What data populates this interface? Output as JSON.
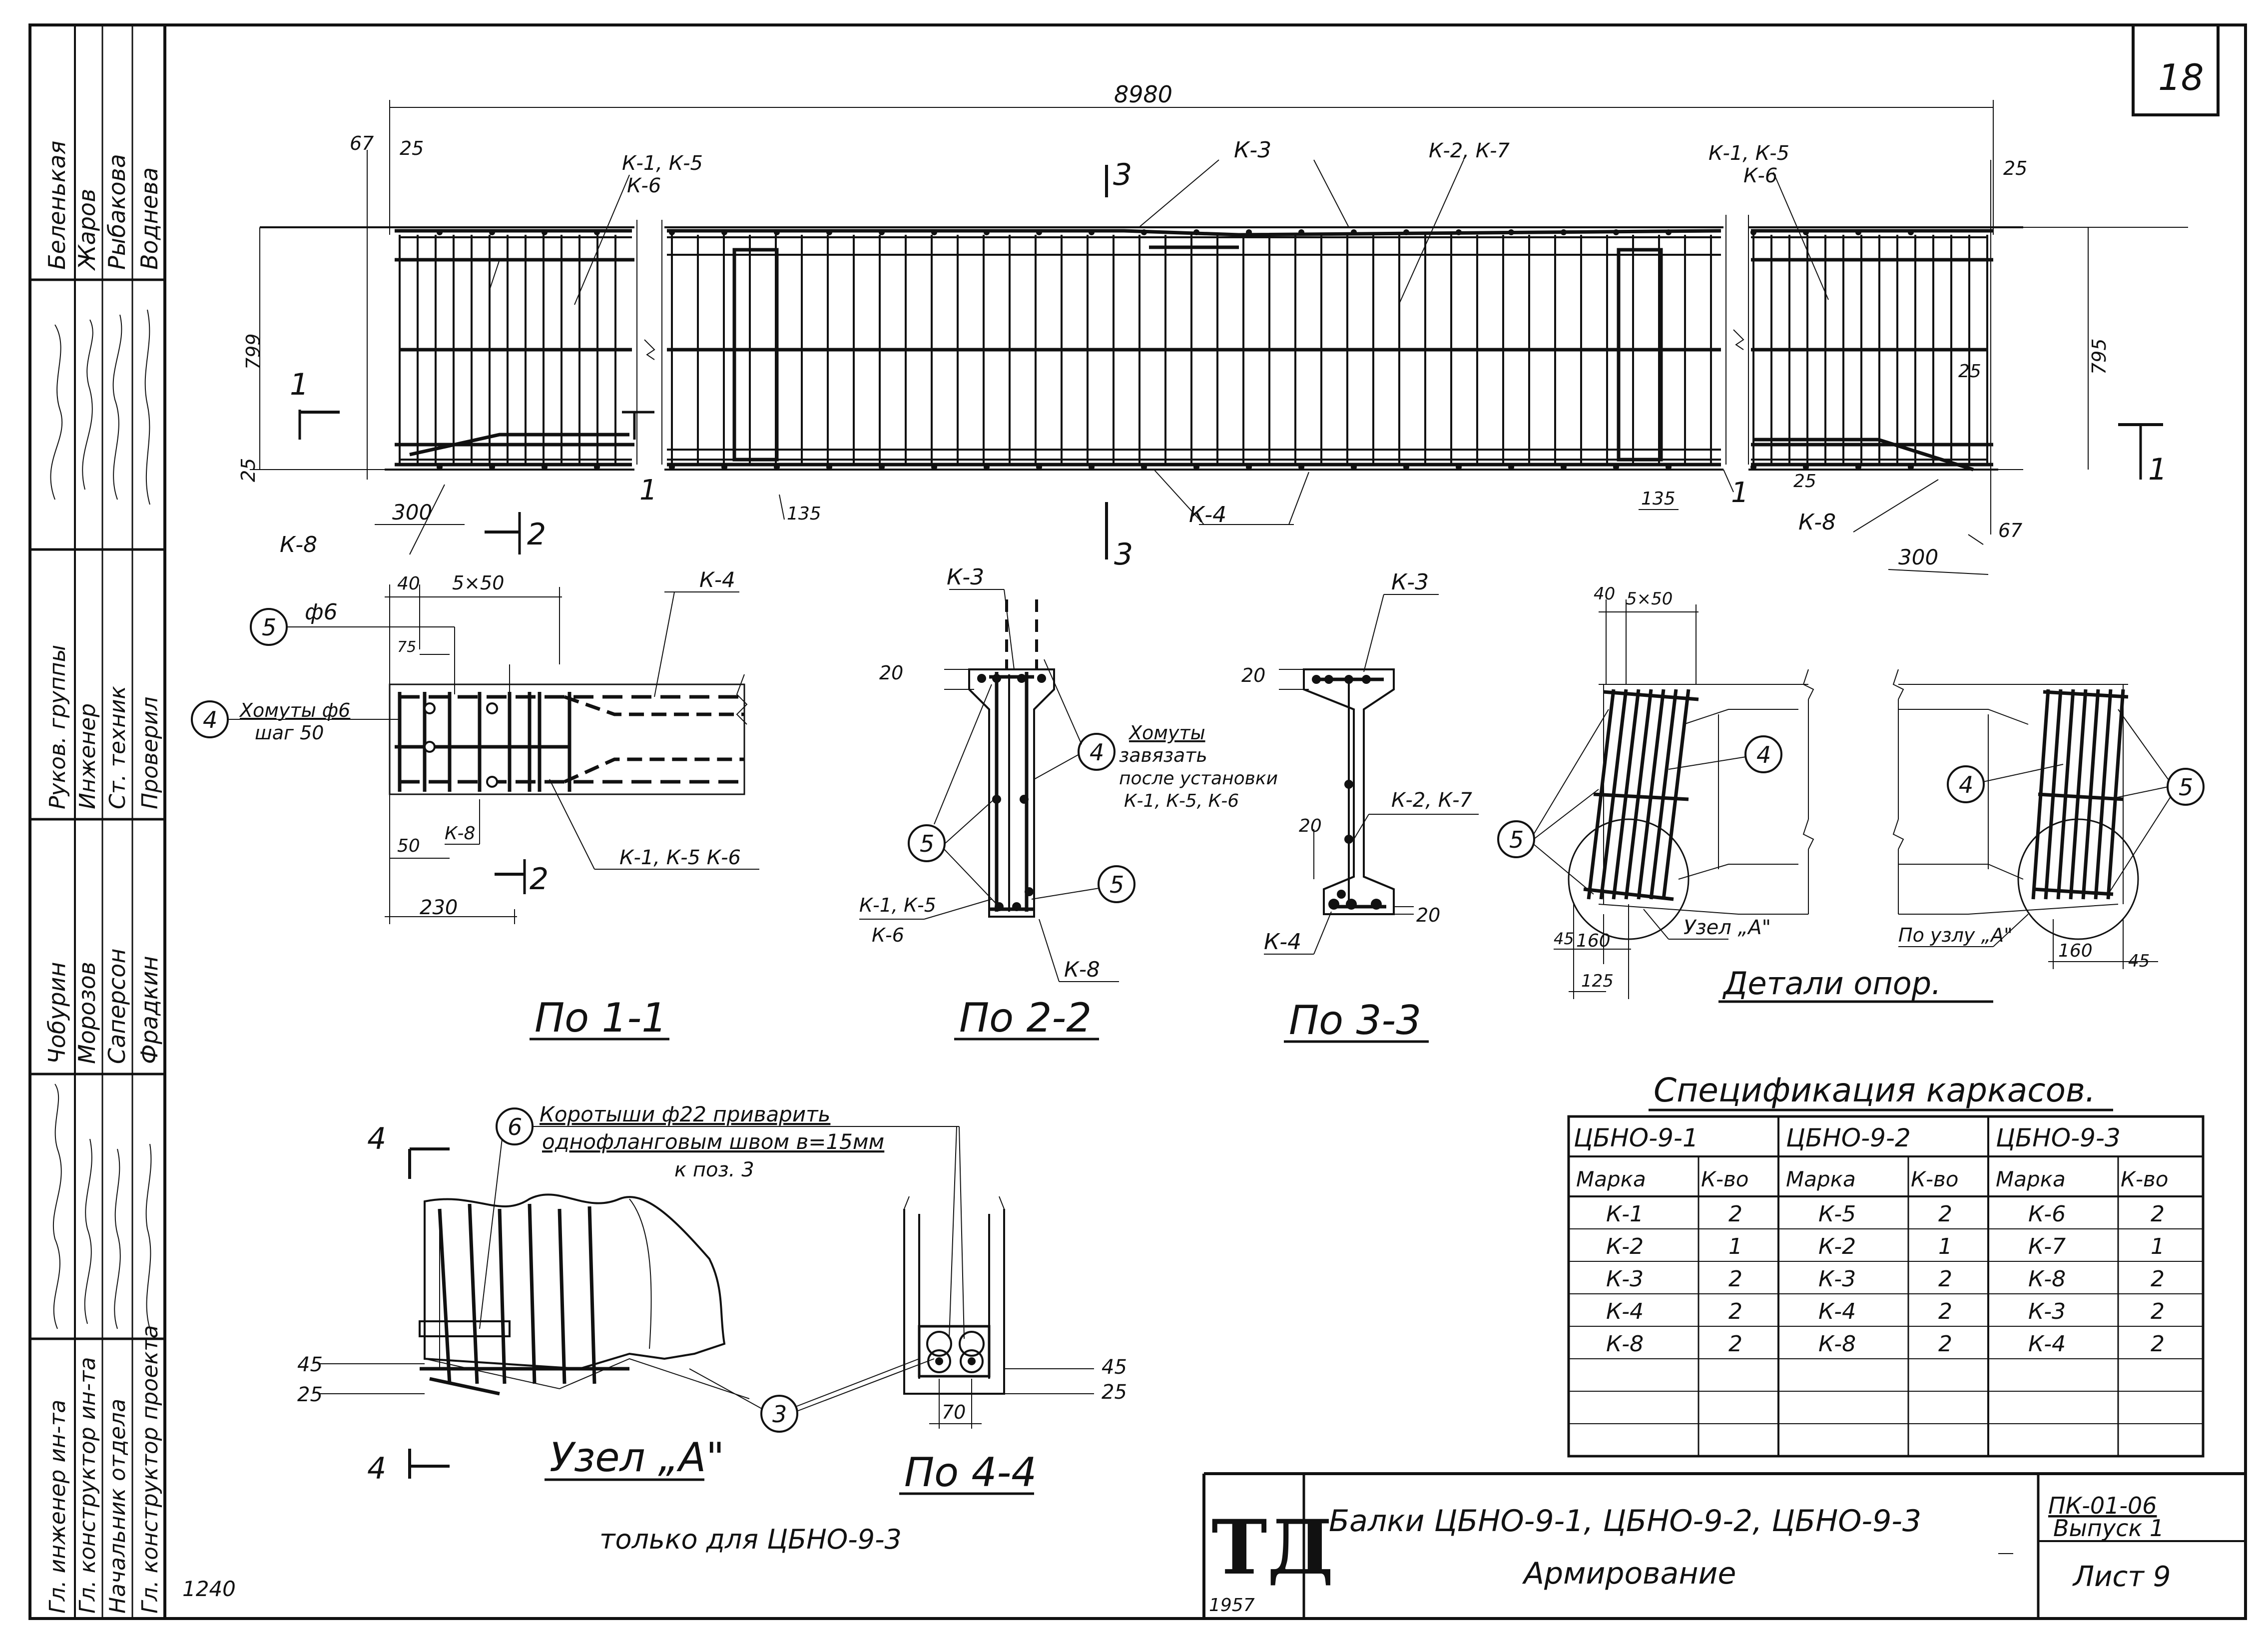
{
  "sheet": {
    "number": "18",
    "stamp_number": "1240"
  },
  "side_stamp": {
    "group1_names": [
      "Беленькая",
      "Жаров",
      "Рыбакова",
      "Воднева"
    ],
    "group2_roles": [
      "Руков. группы",
      "Инженер",
      "Ст. техник",
      "Проверил"
    ],
    "group2_names": [
      "Чобурин",
      "Морозов",
      "Саперсон",
      "Фрадкин"
    ],
    "group3_roles": [
      "Гл. инженер ин-та",
      "Гл. конструктор ин-та",
      "Начальник отдела",
      "Гл. конструктор проекта"
    ]
  },
  "elevation": {
    "overall_length": "8980",
    "end_left_a": "67",
    "end_left_b": "25",
    "end_right_a": "25",
    "end_right_b": "67",
    "height_left": "799",
    "height_right": "795",
    "bottom_left": "25",
    "right_25a": "25",
    "right_25b": "25",
    "dim_300_left": "300",
    "dim_300_right": "300",
    "dim_135_left": "135",
    "dim_135_right": "135",
    "label_k1k5_left": "К-1, К-5",
    "label_k6_left": "К-6",
    "label_k3": "К-3",
    "label_k2k7": "К-2, К-7",
    "label_k1k5_right": "К-1, К-5",
    "label_k6_right": "К-6",
    "label_k4": "К-4",
    "label_k8_left": "К-8",
    "label_k8_right": "К-8",
    "cut_1": "1",
    "cut_2": "2",
    "cut_3": "3"
  },
  "section_1_1": {
    "title": "По 1-1",
    "bubble_5": "5",
    "bar_phi6": "ф6",
    "bubble_4": "4",
    "stirrups": "Хомуты ф6",
    "step": "шаг 50",
    "dim_40": "40",
    "dim_5x50": "5×50",
    "dim_75": "75",
    "dim_50": "50",
    "dim_230": "230",
    "label_k4": "К-4",
    "label_k8": "К-8",
    "label_k1k5k6": "К-1, К-5 К-6",
    "cut_2": "2"
  },
  "section_2_2": {
    "title": "По 2-2",
    "label_k3": "К-3",
    "dim_20": "20",
    "bubble_4": "4",
    "note_1": "Хомуты",
    "note_2": "завязать",
    "note_3": "после установки",
    "note_4": "К-1, К-5, К-6",
    "bubble_5a": "5",
    "bubble_5b": "5",
    "label_k1k5": "К-1, К-5",
    "label_k6": "К-6",
    "label_k8": "К-8"
  },
  "section_3_3": {
    "title": "По 3-3",
    "label_k3": "К-3",
    "dim_20_top": "20",
    "label_k2k7": "К-2, К-7",
    "dim_20_mid": "20",
    "dim_20_bot": "20",
    "label_k4": "К-4"
  },
  "supports": {
    "title": "Детали опор.",
    "dim_40": "40",
    "dim_5x50": "5×50",
    "bubble_4_left": "4",
    "bubble_5_left": "5",
    "node_a": "Узел „А\"",
    "dim_45_left": "45",
    "dim_160_left": "160",
    "dim_125": "125",
    "bubble_4_right": "4",
    "bubble_5_right": "5",
    "per_node_a": "По узлу „А\"",
    "dim_160_right": "160",
    "dim_45_right": "45"
  },
  "node_a": {
    "title": "Узел „А\"",
    "subtitle": "только для ЦБНО-9-3",
    "cut_4": "4",
    "bubble_6": "6",
    "note_1": "Коротыши ф22 приварить",
    "note_2": "однофланговым швом в=15мм",
    "note_3": "к поз. 3",
    "dim_45": "45",
    "dim_25": "25",
    "bubble_3": "3"
  },
  "section_4_4": {
    "title": "По 4-4",
    "dim_45": "45",
    "dim_25": "25",
    "dim_70": "70"
  },
  "spec": {
    "title": "Спецификация каркасов.",
    "groups": [
      "ЦБНО-9-1",
      "ЦБНО-9-2",
      "ЦБНО-9-3"
    ],
    "col_mark": "Марка",
    "col_qty": "К-во",
    "rows": [
      [
        "К-1",
        "2",
        "К-5",
        "2",
        "К-6",
        "2"
      ],
      [
        "К-2",
        "1",
        "К-2",
        "1",
        "К-7",
        "1"
      ],
      [
        "К-3",
        "2",
        "К-3",
        "2",
        "К-8",
        "2"
      ],
      [
        "К-4",
        "2",
        "К-4",
        "2",
        "К-3",
        "2"
      ],
      [
        "К-8",
        "2",
        "К-8",
        "2",
        "К-4",
        "2"
      ],
      [
        "",
        "",
        "",
        "",
        "",
        ""
      ],
      [
        "",
        "",
        "",
        "",
        "",
        ""
      ],
      [
        "",
        "",
        "",
        "",
        "",
        ""
      ]
    ]
  },
  "title_block": {
    "logo": "ТД",
    "year": "1957",
    "title": "Балки ЦБНО-9-1, ЦБНО-9-2, ЦБНО-9-3",
    "subtitle": "Армирование",
    "code": "ПК-01-06",
    "issue": "Выпуск 1",
    "sheet": "Лист 9"
  }
}
